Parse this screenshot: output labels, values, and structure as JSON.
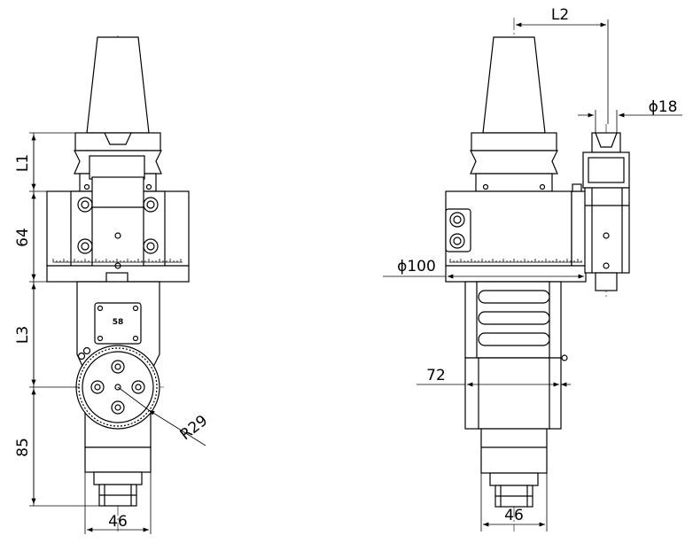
{
  "left_view": {
    "dims": {
      "l1": "L1",
      "h64": "64",
      "l3": "L3",
      "h85": "85",
      "w46": "46",
      "r29": "R29",
      "plate": "58"
    }
  },
  "right_view": {
    "dims": {
      "l2": "L2",
      "d18": "ϕ18",
      "d100": "ϕ100",
      "w72": "72",
      "w46": "46"
    }
  },
  "colors": {
    "line": "#000000",
    "background": "#ffffff"
  }
}
